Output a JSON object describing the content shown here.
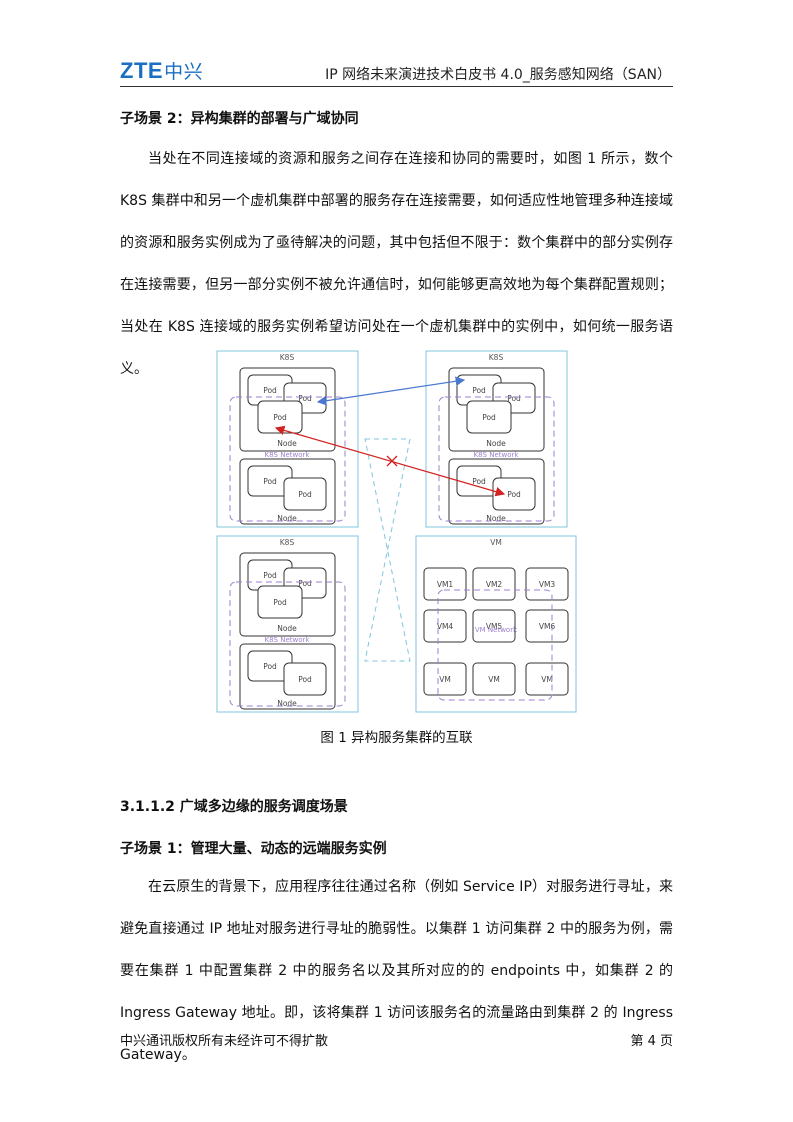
{
  "header": {
    "logo_latin": "ZTE",
    "logo_cn": "中兴",
    "title": "IP 网络未来演进技术白皮书 4.0_服务感知网络（SAN）"
  },
  "section1": {
    "heading": "子场景 2：异构集群的部署与广域协同",
    "paragraph": "当处在不同连接域的资源和服务之间存在连接和协同的需要时，如图 1 所示，数个 K8S 集群中和另一个虚机集群中部署的服务存在连接需要，如何适应性地管理多种连接域的资源和服务实例成为了亟待解决的问题，其中包括但不限于：数个集群中的部分实例存在连接需要，但另一部分实例不被允许通信时，如何能够更高效地为每个集群配置规则；当处在 K8S 连接域的服务实例希望访问处在一个虚机集群中的实例中，如何统一服务语义。"
  },
  "figure": {
    "caption": "图 1  异构服务集群的互联",
    "k8s_label": "K8S",
    "vm_label": "VM",
    "pod_label": "Pod",
    "node_label": "Node",
    "k8s_network_label": "K8S Network",
    "vm_network_label": "VM Network",
    "vm_cells": [
      "VM1",
      "VM2",
      "VM3",
      "VM4",
      "VM5",
      "VM6",
      "VM",
      "VM",
      "VM"
    ]
  },
  "section2": {
    "heading": "3.1.1.2  广域多边缘的服务调度场景",
    "subheading": "子场景 1：管理大量、动态的远端服务实例",
    "paragraph": "在云原生的背景下，应用程序往往通过名称（例如 Service IP）对服务进行寻址，来避免直接通过 IP 地址对服务进行寻址的脆弱性。以集群 1 访问集群 2 中的服务为例，需要在集群 1 中配置集群 2 中的服务名以及其所对应的的 endpoints 中，如集群 2 的 Ingress Gateway 地址。即，该将集群 1 访问该服务名的流量路由到集群 2 的 Ingress Gateway。"
  },
  "footer": {
    "left": "中兴通讯版权所有未经许可不得扩散",
    "right": "第 4 页"
  }
}
